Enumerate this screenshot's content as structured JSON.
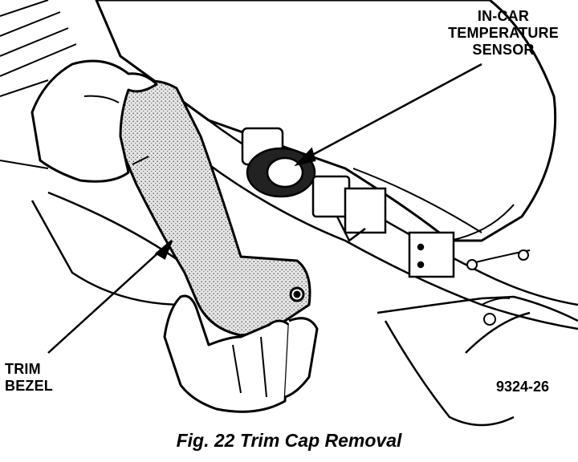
{
  "callouts": {
    "sensor": [
      "IN-CAR",
      "TEMPERATURE",
      "SENSOR"
    ],
    "bezel": [
      "TRIM",
      "BEZEL"
    ]
  },
  "figure_number": "9324-26",
  "caption": "Fig. 22 Trim Cap Removal",
  "colors": {
    "ink": "#000000",
    "paper": "#ffffff",
    "stipple": "#8a8a8a"
  },
  "icons": [
    "hand-left-icon",
    "hand-right-icon"
  ]
}
